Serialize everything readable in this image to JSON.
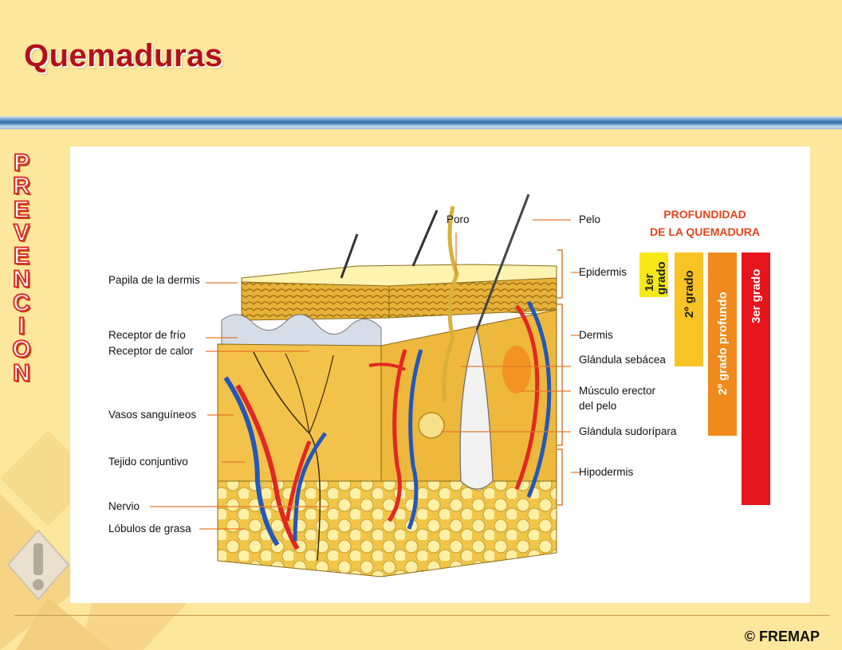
{
  "slide": {
    "title": "Quemaduras",
    "side_word": "PREVENCION",
    "copyright": "© FREMAP"
  },
  "diagram": {
    "labels_left": [
      "Papila de la dermis",
      "Receptor de frío",
      "Receptor de calor",
      "Vasos sanguíneos",
      "Tejido conjuntivo",
      "Nervio",
      "Lóbulos de grasa"
    ],
    "labels_top": [
      "Poro",
      "Pelo"
    ],
    "labels_right": [
      "Epidermis",
      "Dermis",
      "Glándula sebácea",
      "Músculo erector",
      "del pelo",
      "Glándula sudorípara",
      "Hipodermis"
    ],
    "depth_title": [
      "PROFUNDIDAD",
      "DE LA QUEMADURA"
    ],
    "grades": [
      {
        "line1": "1er",
        "line2": "grado",
        "color": "#f7e81a"
      },
      {
        "line1": "2º grado",
        "line2": "",
        "color": "#f7c325"
      },
      {
        "line1": "2º grado profundo",
        "line2": "",
        "color": "#f08a1c"
      },
      {
        "line1": "3er grado",
        "line2": "",
        "color": "#e6141b"
      }
    ],
    "colors": {
      "artery": "#e32722",
      "vein": "#2358b8",
      "fat": "#fff0a8",
      "tissue": "#f2c24a",
      "epidermis": "#e9b53a"
    }
  }
}
